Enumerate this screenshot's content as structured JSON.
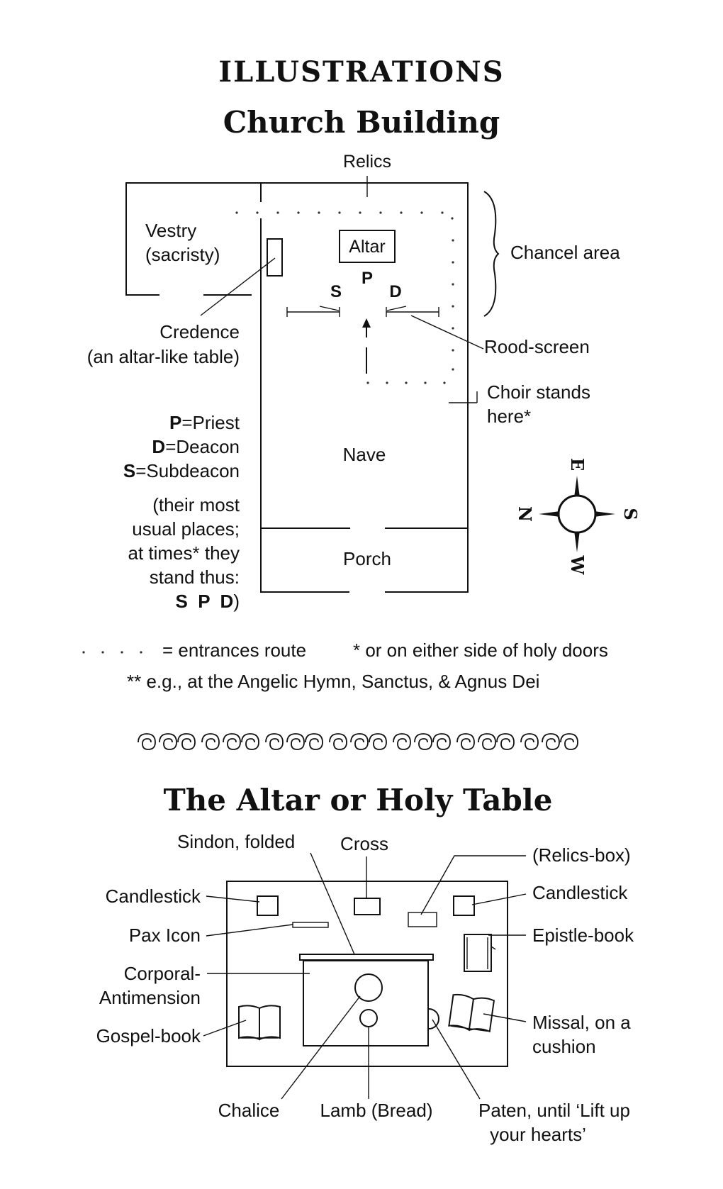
{
  "header": {
    "title": "ILLUSTRATIONS",
    "subtitle": "Church Building"
  },
  "church": {
    "relics": "Relics",
    "vestry_line1": "Vestry",
    "vestry_line2": "(sacristy)",
    "altar": "Altar",
    "p": "P",
    "s": "S",
    "d": "D",
    "chancel_area": "Chancel area",
    "credence_line1": "Credence",
    "credence_line2": "(an altar-like table)",
    "rood_screen": "Rood-screen",
    "choir_line1": "Choir stands",
    "choir_line2": "here*",
    "nave": "Nave",
    "porch": "Porch",
    "legend": {
      "p_letter": "P",
      "p_text": "=Priest",
      "d_letter": "D",
      "d_text": "=Deacon",
      "s_letter": "S",
      "s_text": "=Subdeacon",
      "note_line1": "(their most",
      "note_line2": "usual places;",
      "note_line3": "at times* they",
      "note_line4": "stand thus:",
      "note_line5_bold": "S  P  D",
      "note_line5_end": ")"
    },
    "compass": {
      "n": "N",
      "s": "S",
      "e": "E",
      "w": "W"
    },
    "footnote1": "=  entrances route",
    "footnote2": "* or on either side of holy doors",
    "footnote3": "** e.g., at the Angelic Hymn, Sanctus, & Agnus Dei"
  },
  "altar_section": {
    "title": "The Altar or Holy Table",
    "sindon": "Sindon, folded",
    "cross": "Cross",
    "relics_box": "(Relics-box)",
    "candlestick_left": "Candlestick",
    "candlestick_right": "Candlestick",
    "pax_icon": "Pax Icon",
    "epistle_book": "Epistle-book",
    "corporal_line1": "Corporal-",
    "corporal_line2": "Antimension",
    "gospel_book": "Gospel-book",
    "missal_line1": "Missal, on a",
    "missal_line2": "cushion",
    "chalice": "Chalice",
    "lamb": "Lamb (Bread)",
    "paten_line1": "Paten, until ‘Lift up",
    "paten_line2": "your hearts’"
  }
}
